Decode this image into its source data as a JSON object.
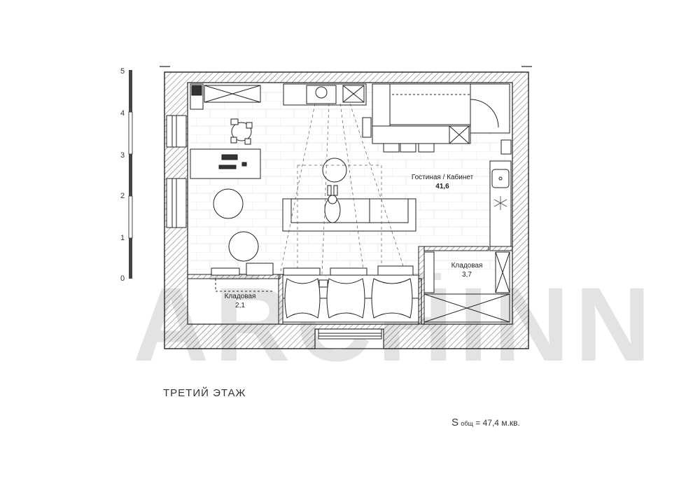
{
  "scale_marks": [
    "5",
    "4",
    "3",
    "2",
    "1",
    "0"
  ],
  "rooms": [
    {
      "name": "Гостиная / Кабинет",
      "area": "41,6"
    },
    {
      "name": "Кладовая",
      "area": "3,7"
    },
    {
      "name": "Кладовая",
      "area": "2,1"
    }
  ],
  "floor_title": "ТРЕТИЙ  ЭТАЖ",
  "area": {
    "symbol": "S",
    "subscript": "общ",
    "value": "= 47,4 м.кв."
  },
  "watermark_text": "ARCHINN",
  "colors": {
    "wall": "#ffffff",
    "line": "#222222",
    "watermark": "#dcdcdc",
    "tile": "#d9d9d9"
  }
}
